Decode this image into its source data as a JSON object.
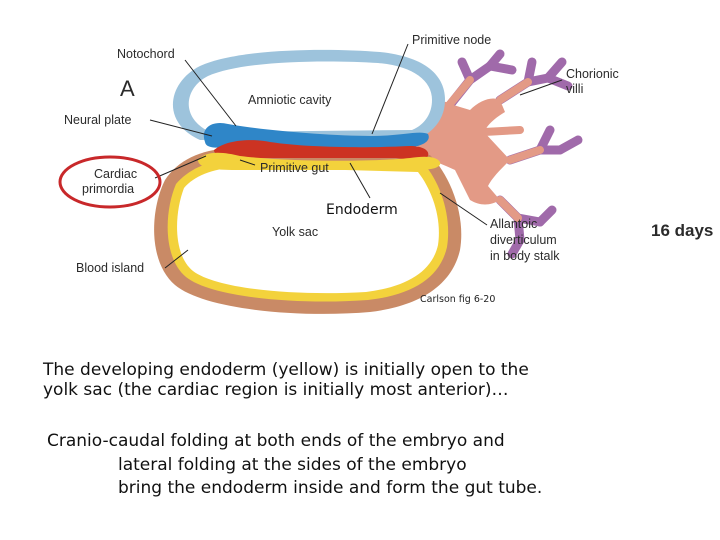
{
  "figure": {
    "panel_letter": "A",
    "labels": {
      "notochord": "Notochord",
      "primitive_node": "Primitive node",
      "chorionic_villi_1": "Chorionic",
      "chorionic_villi_2": "villi",
      "amniotic_cavity": "Amniotic cavity",
      "neural_plate": "Neural plate",
      "cardiac_primordia_1": "Cardiac",
      "cardiac_primordia_2": "primordia",
      "primitive_gut": "Primitive gut",
      "yolk_sac": "Yolk sac",
      "allantoic_1": "Allantoic",
      "allantoic_2": "diverticulum",
      "allantoic_3": "in body stalk",
      "blood_island": "Blood island",
      "days": "16 days"
    },
    "overlay_label": "Endoderm",
    "citation": "Carlson fig 6-20",
    "colors": {
      "endoderm_yellow": "#f3d23c",
      "mesoderm_tan": "#c98a66",
      "amnion_blue": "#9dc3dc",
      "neural_blue": "#2f86c8",
      "gut_red": "#cc3322",
      "villi_purple": "#a06aaa",
      "stalk_pink": "#e39a86",
      "highlight_circle": "#c8282a"
    }
  },
  "text": {
    "paragraph1_line1": "The developing endoderm (yellow) is initially open to the",
    "paragraph1_line2": "yolk sac (the cardiac region is initially most anterior)…",
    "paragraph2_line1": "Cranio-caudal folding at both ends of the embryo and",
    "paragraph2_line2": "lateral folding at the sides of the embryo",
    "paragraph2_line3": "bring the endoderm inside and form the gut tube."
  }
}
